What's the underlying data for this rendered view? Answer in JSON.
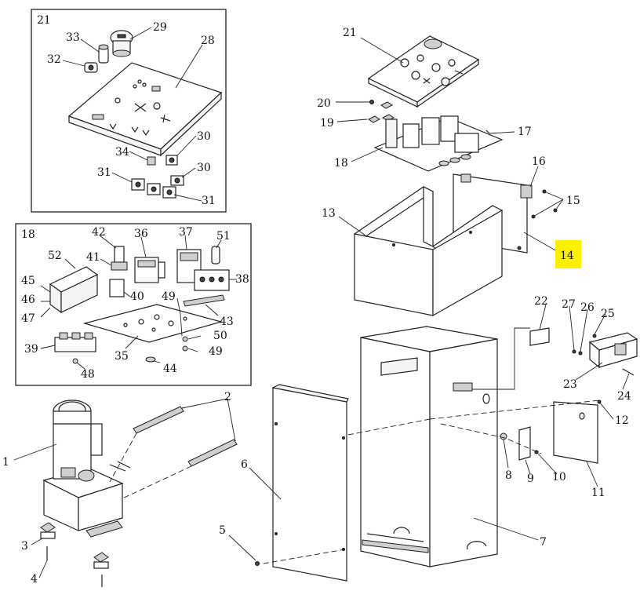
{
  "diagram": {
    "highlight_color": "#fff000",
    "highlighted_label": "14",
    "callouts_top_right": [
      "21",
      "20",
      "19",
      "18",
      "17",
      "16",
      "15",
      "13",
      "14"
    ],
    "callouts_inset_top": [
      "21",
      "33",
      "29",
      "32",
      "28",
      "34",
      "30",
      "31",
      "30",
      "31"
    ],
    "callouts_inset_middle": [
      "18",
      "42",
      "36",
      "37",
      "51",
      "52",
      "41",
      "38",
      "45",
      "46",
      "47",
      "40",
      "49",
      "43",
      "50",
      "39",
      "35",
      "49",
      "48",
      "44"
    ],
    "callouts_bottom": [
      "22",
      "27",
      "26",
      "25",
      "23",
      "24",
      "12",
      "2",
      "1",
      "6",
      "8",
      "9",
      "10",
      "11",
      "3",
      "4",
      "5",
      "7"
    ]
  }
}
